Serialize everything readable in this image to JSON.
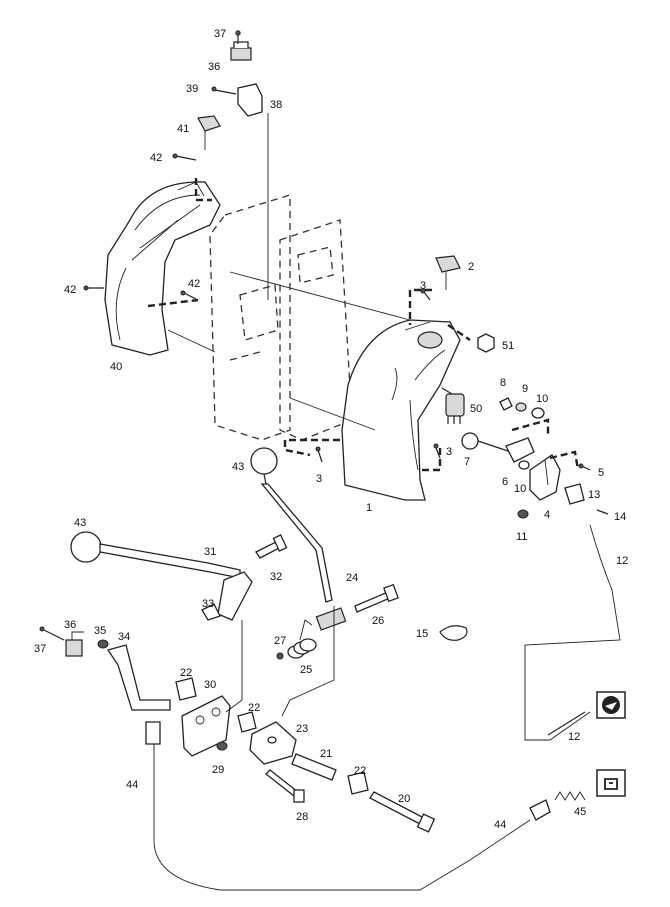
{
  "labels": [
    "37",
    "36",
    "39",
    "38",
    "41",
    "42",
    "2",
    "3",
    "51",
    "40",
    "42",
    "42",
    "8",
    "9",
    "10",
    "50",
    "7",
    "3",
    "43",
    "3",
    "1",
    "6",
    "10",
    "5",
    "13",
    "4",
    "14",
    "11",
    "12",
    "43",
    "31",
    "24",
    "32",
    "33",
    "26",
    "36",
    "35",
    "37",
    "34",
    "27",
    "15",
    "25",
    "22",
    "30",
    "22",
    "23",
    "12",
    "29",
    "22",
    "21",
    "44",
    "28",
    "20",
    "44",
    "45"
  ]
}
